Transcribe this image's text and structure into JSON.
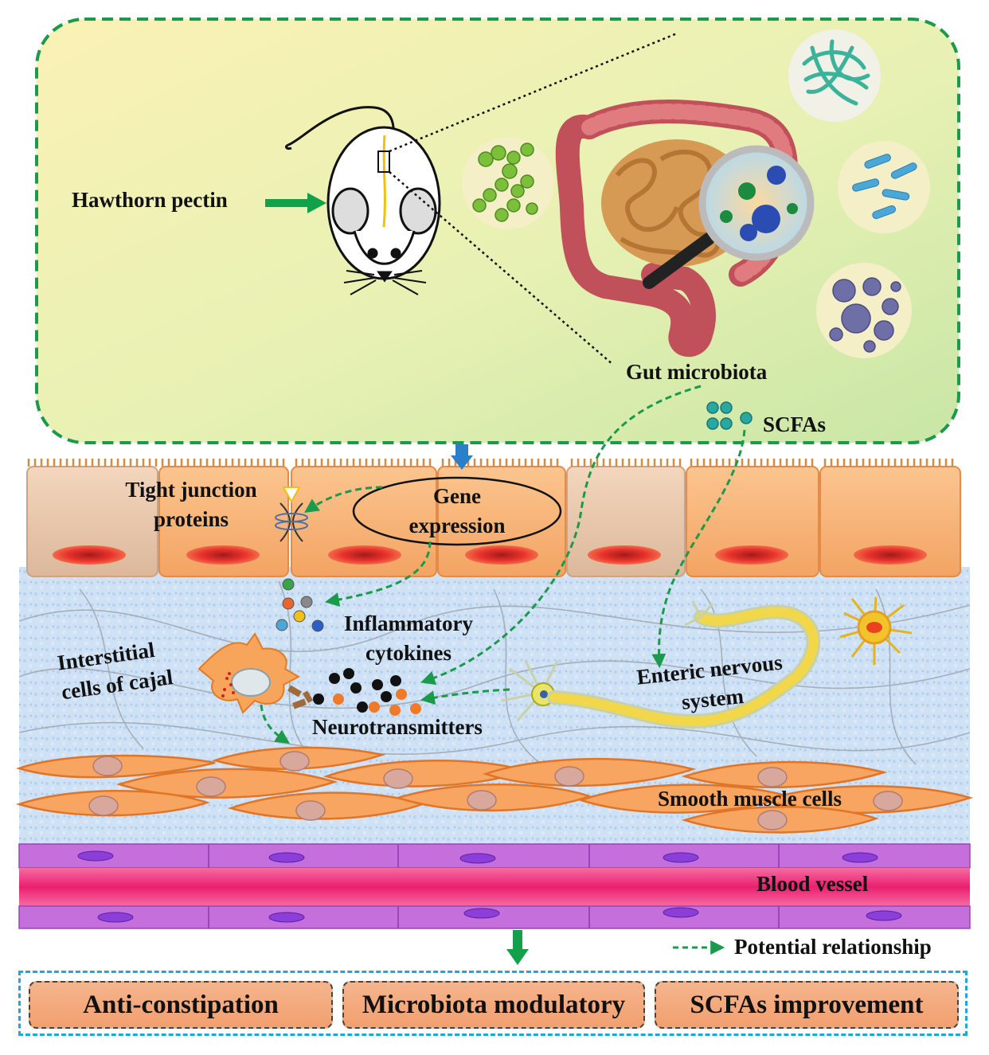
{
  "labels": {
    "hawthorn_pectin": "Hawthorn pectin",
    "gut_microbiota": "Gut microbiota",
    "scfas": "SCFAs",
    "tight_junction_line1": "Tight junction",
    "tight_junction_line2": "proteins",
    "gene_line1": "Gene",
    "gene_line2": "expression",
    "inflammatory_line1": "Inflammatory",
    "inflammatory_line2": "cytokines",
    "icc_line1": "Interstitial",
    "icc_line2": "cells of cajal",
    "neurotransmitters": "Neurotransmitters",
    "ens_line1": "Enteric nervous",
    "ens_line2": "system",
    "smooth_muscle": "Smooth muscle cells",
    "blood_vessel": "Blood vessel",
    "legend": "Potential relationship"
  },
  "outcomes": [
    "Anti-constipation",
    "Microbiota modulatory",
    "SCFAs improvement"
  ],
  "colors": {
    "dashed_green": "#1a9a4a",
    "arrow_green": "#12a14a",
    "outcome_fill": "#f3a877",
    "outcome_border": "#21a6d8",
    "epithelium": "#f7b574",
    "nucleus": "#e8322c",
    "smooth_muscle": "#f59a4d",
    "vessel_wall": "#c56ce0",
    "vessel_lumen": "#ee2f7d"
  }
}
